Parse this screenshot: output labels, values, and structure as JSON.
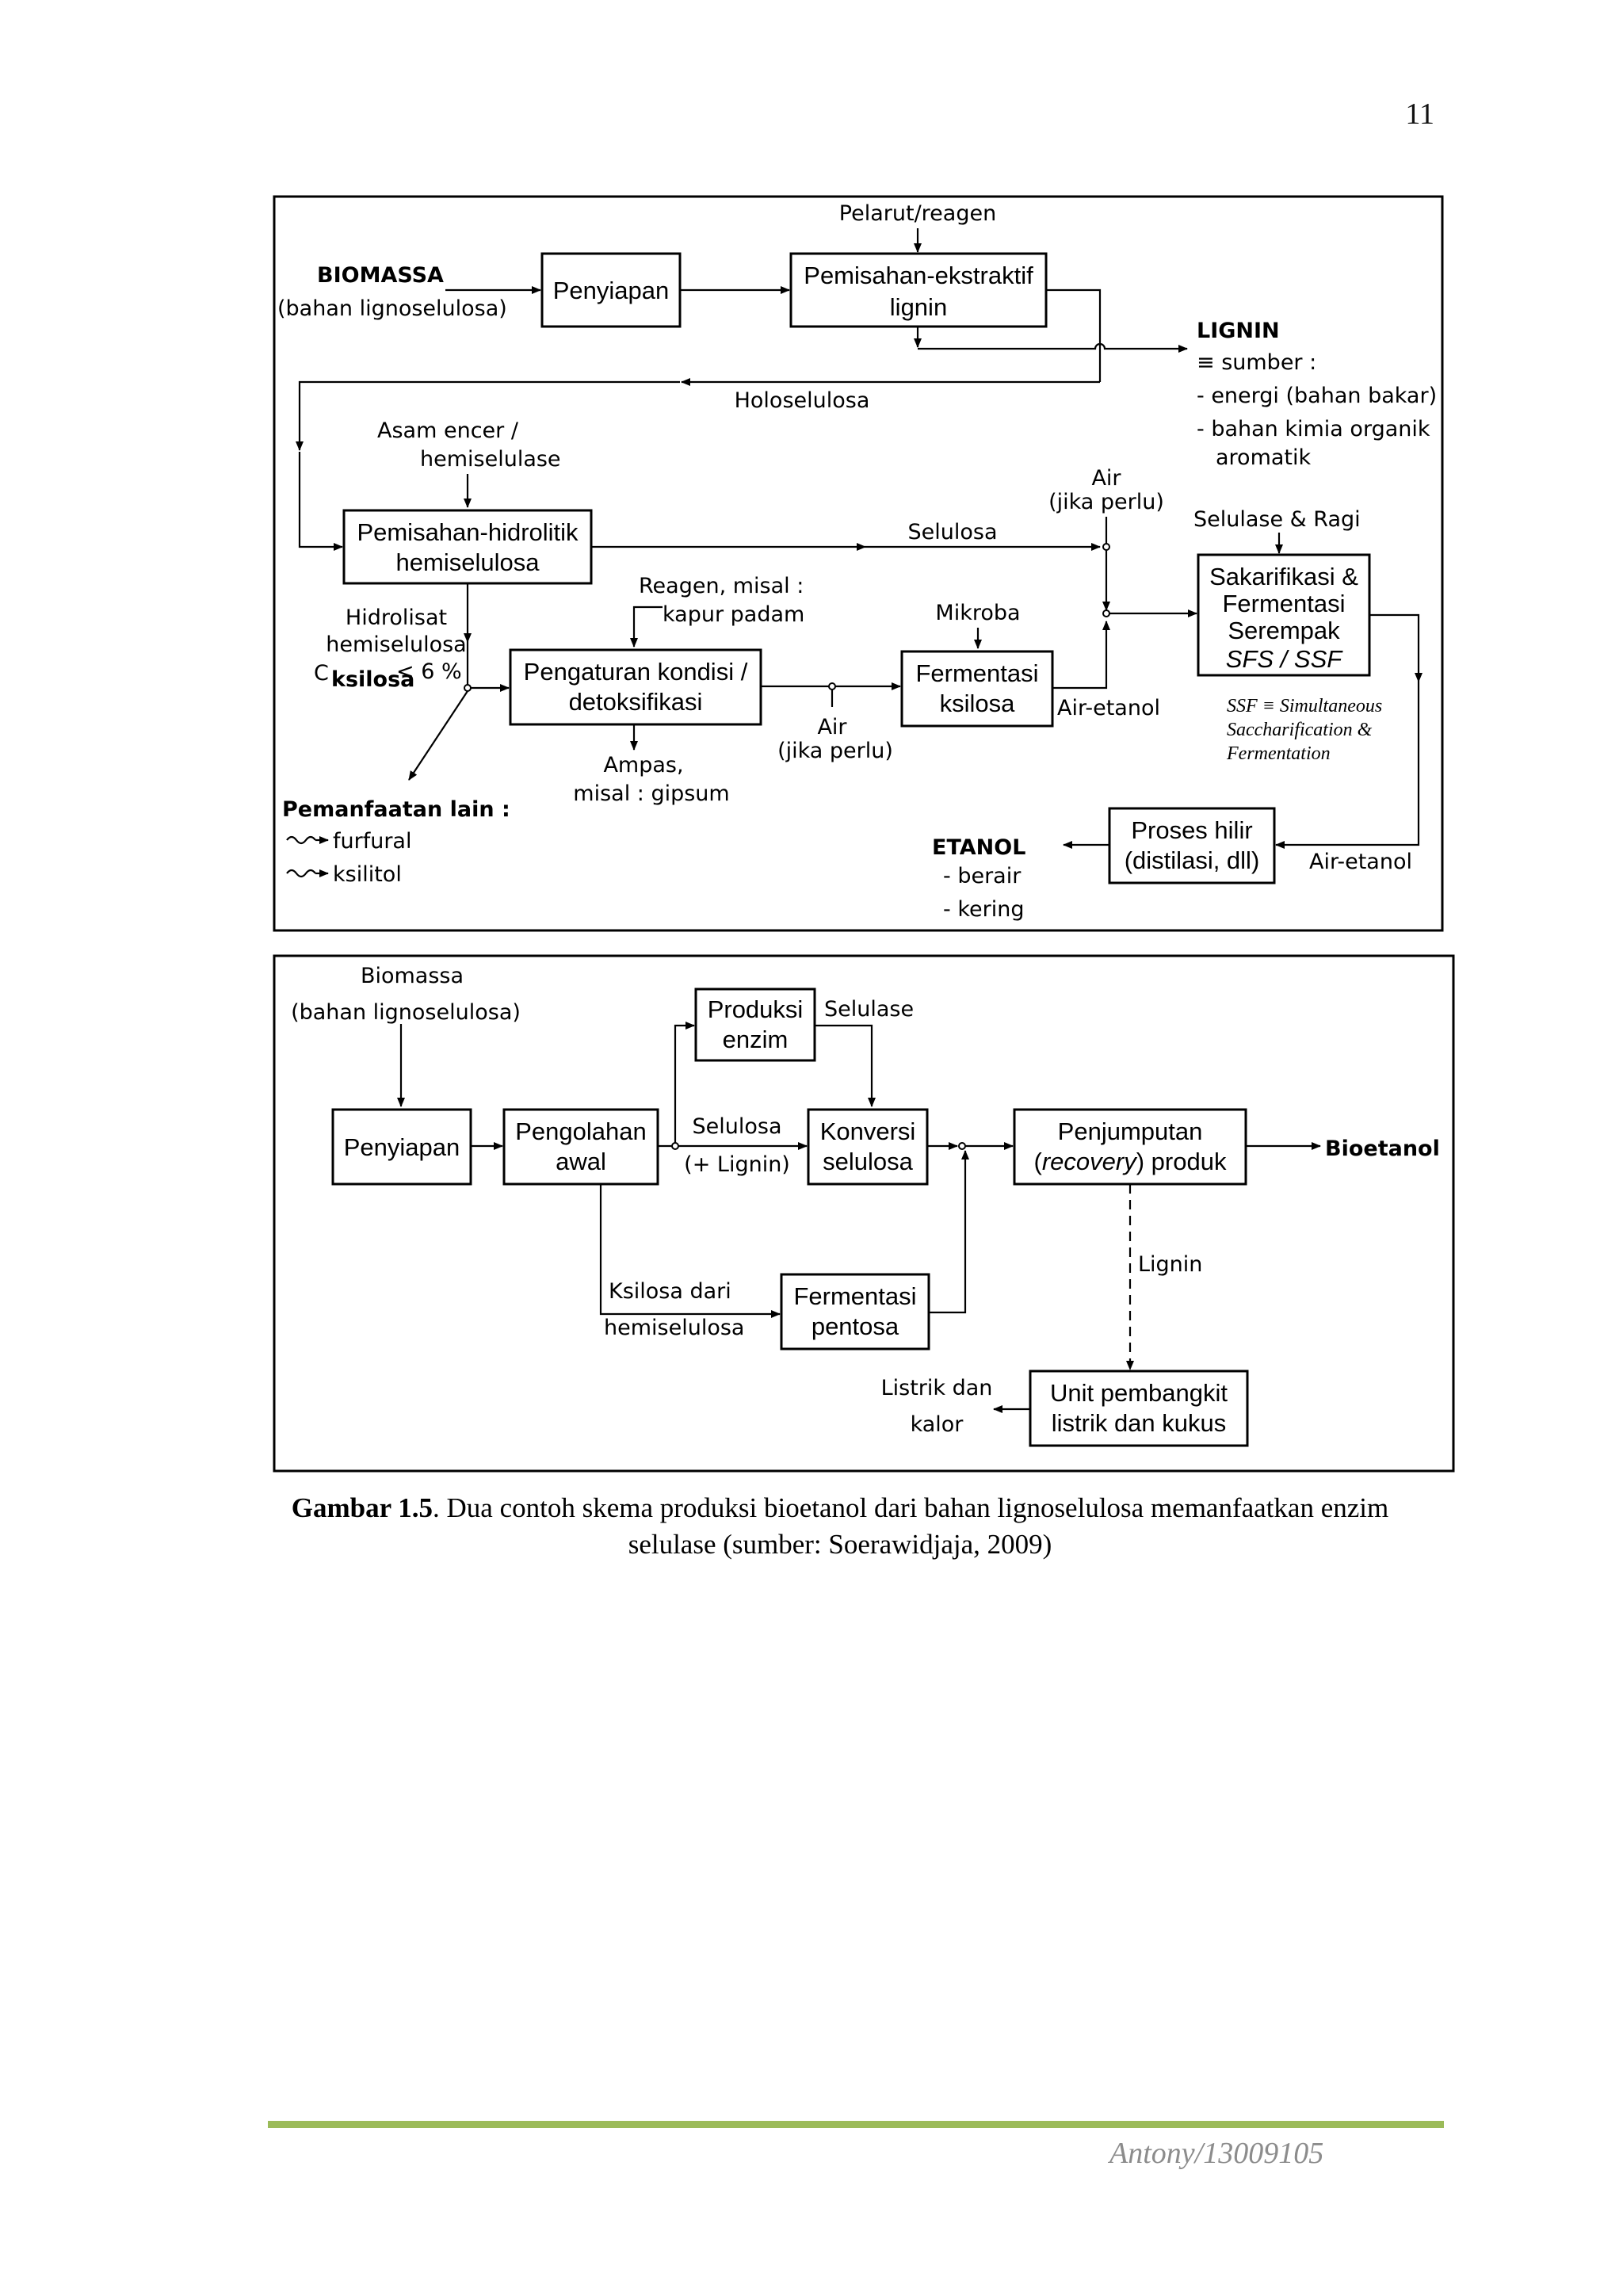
{
  "page_number": "11",
  "diagram1": {
    "input_reagent": "Pelarut/reagen",
    "biomassa_title": "BIOMASSA",
    "biomassa_sub": "(bahan lignoselulosa)",
    "box_penyiapan": "Penyiapan",
    "box_pemisahan_ekstraktif": [
      "Pemisahan-ekstraktif",
      "lignin"
    ],
    "lignin_title": "LIGNIN",
    "lignin_lines": [
      "≡ sumber :",
      "- energi (bahan bakar)",
      "- bahan kimia organik",
      "aromatik"
    ],
    "holoselulosa": "Holoselulosa",
    "asam_encer": [
      "Asam encer /",
      "hemiselulase"
    ],
    "box_pemisahan_hidrolitik": [
      "Pemisahan-hidrolitik",
      "hemiselulosa"
    ],
    "selulosa": "Selulosa",
    "air_jika_perlu": [
      "Air",
      "(jika perlu)"
    ],
    "selulase_ragi": "Selulase & Ragi",
    "box_sakarifikasi": [
      "Sakarifikasi &",
      "Fermentasi",
      "Serempak",
      "SFS / SSF"
    ],
    "ssf_note": [
      "SSF ≡ Simultaneous",
      "Saccharification &",
      "Fermentation"
    ],
    "hidrolisat": [
      "Hidrolisat",
      "hemiselulosa"
    ],
    "c_ksilosa": [
      "C",
      "ksilosa",
      "< 6 %"
    ],
    "reagen_misal": [
      "Reagen, misal :",
      "kapur padam"
    ],
    "mikroba": "Mikroba",
    "box_pengaturan": [
      "Pengaturan kondisi /",
      "detoksifikasi"
    ],
    "box_fermentasi_ksilosa": [
      "Fermentasi",
      "ksilosa"
    ],
    "air_etanol": "Air-etanol",
    "air_jika_perlu_2": [
      "Air",
      "(jika perlu)"
    ],
    "ampas": [
      "Ampas,",
      "misal : gipsum"
    ],
    "pemanfaatan_lain": "Pemanfaatan lain :",
    "pemanfaatan_items": [
      "furfural",
      "ksilitol"
    ],
    "etanol_title": "ETANOL",
    "etanol_items": [
      "- berair",
      "- kering"
    ],
    "box_proses_hilir": [
      "Proses hilir",
      "(distilasi, dll)"
    ],
    "air_etanol_2": "Air-etanol"
  },
  "diagram2": {
    "biomassa": [
      "Biomassa",
      "(bahan lignoselulosa)"
    ],
    "box_penyiapan": "Penyiapan",
    "box_pengolahan": [
      "Pengolahan",
      "awal"
    ],
    "box_produksi_enzim": [
      "Produksi",
      "enzim"
    ],
    "selulase": "Selulase",
    "selulosa_lignin": [
      "Selulosa",
      "(+ Lignin)"
    ],
    "box_konversi": [
      "Konversi",
      "selulosa"
    ],
    "box_penjumputan": [
      "Penjumputan",
      "(recovery) produk"
    ],
    "penjumputan_recovery": "recovery",
    "penjumputan_open": "(",
    "penjumputan_rest": ") produk",
    "bioetanol": "Bioetanol",
    "lignin": "Lignin",
    "ksilosa_dari": [
      "Ksilosa dari",
      "hemiselulosa"
    ],
    "box_fermentasi_pentosa": [
      "Fermentasi",
      "pentosa"
    ],
    "listrik_kalor": [
      "Listrik dan",
      "kalor"
    ],
    "box_unit": [
      "Unit pembangkit",
      "listrik dan kukus"
    ]
  },
  "caption": {
    "label": "Gambar 1.5",
    "text": ". Dua contoh skema produksi bioetanol dari bahan lignoselulosa memanfaatkan enzim selulase (sumber: Soerawidjaja, 2009)"
  },
  "footer": "Antony/13009105",
  "colors": {
    "footer_line": "#9bbb59",
    "footer_text": "#8c8c8c"
  }
}
